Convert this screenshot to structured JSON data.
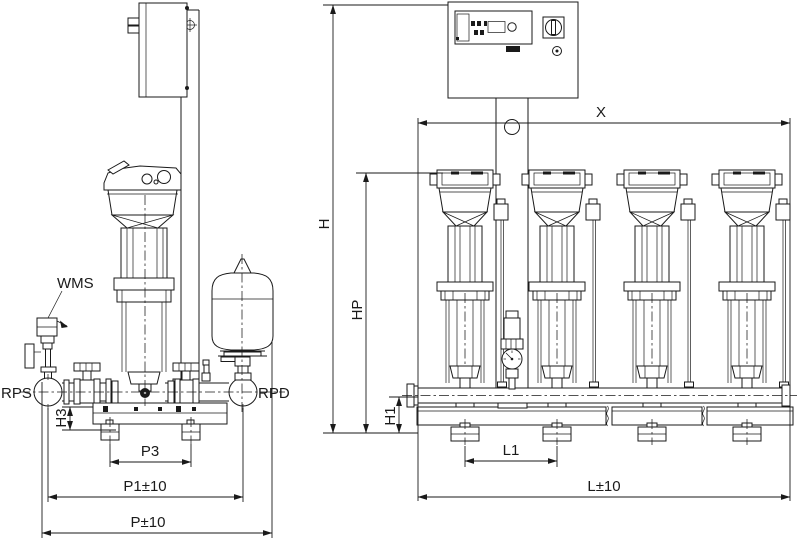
{
  "colors": {
    "background": "#ffffff",
    "line": "#1a1a1a"
  },
  "labels": {
    "wms": "WMS",
    "rps": "RPS",
    "rpd": "RPD",
    "h3": "H3",
    "p3": "P3",
    "p1_tol": "P1±10",
    "p_tol": "P±10",
    "x": "X",
    "h": "H",
    "hp": "HP",
    "h1": "H1",
    "l1": "L1",
    "l_tol": "L±10"
  }
}
